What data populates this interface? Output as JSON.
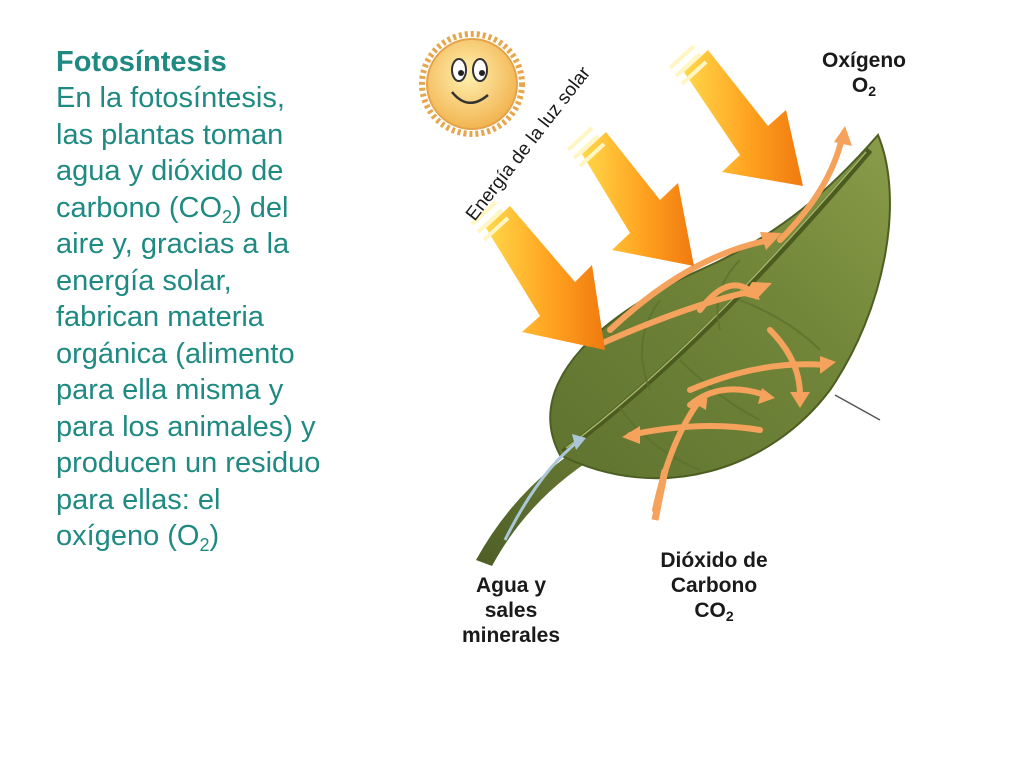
{
  "text": {
    "title": "Fotosíntesis",
    "lines": [
      "En la fotosíntesis,",
      "las plantas toman",
      "agua y dióxido de",
      "aire y, gracias a la",
      "energía solar,",
      "fabrican materia",
      "orgánica (alimento",
      "para ella misma y",
      "para los animales)  y",
      "producen un residuo",
      "para ellas: el"
    ],
    "co2_prefix": "carbono (CO",
    "co2_sub": "2",
    "co2_suffix": ") del",
    "o2_prefix": "oxígeno (O",
    "o2_sub": "2",
    "o2_suffix": ")"
  },
  "labels": {
    "sunlight": "Energía de la luz solar",
    "oxygen_name": "Oxígeno",
    "oxygen_formula": "O",
    "oxygen_sub": "2",
    "water_line1": "Agua y",
    "water_line2": "sales",
    "water_line3": "minerales",
    "co2_line1": "Dióxido de",
    "co2_line2": "Carbono",
    "co2_formula": "CO",
    "co2_sub": "2"
  },
  "colors": {
    "text_teal": "#1f8a82",
    "leaf_green": "#6d7f35",
    "arrow_orange": "#f4a25c",
    "sun_yellow": "#f6c85f"
  }
}
